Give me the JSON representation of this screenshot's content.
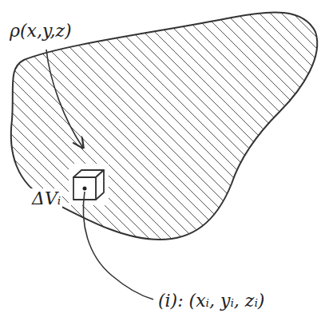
{
  "diagram": {
    "labels": [
      "ρ(x,y,z)",
      "ΔVᵢ",
      "(i): (xᵢ, yᵢ, zᵢ)"
    ]
  }
}
